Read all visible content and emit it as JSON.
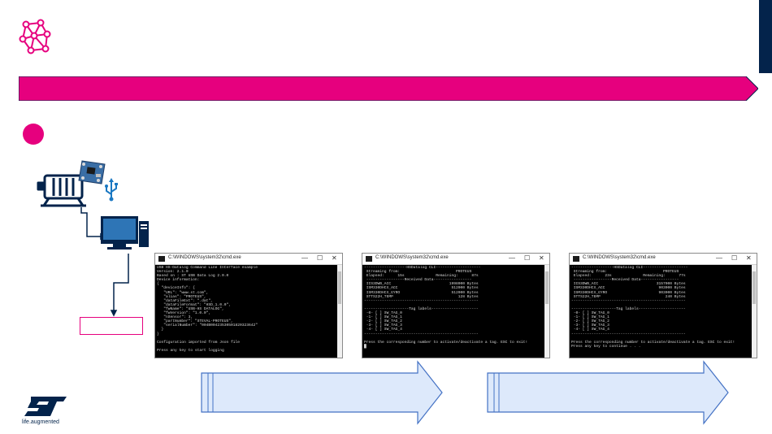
{
  "colors": {
    "accent": "#e6007e",
    "navy": "#03234b",
    "blue": "#1a78c2",
    "arrow_fill": "#dde9fb",
    "arrow_stroke": "#4472c4"
  },
  "icons": {
    "network": "network-hub-icon",
    "motor": "electric-motor-icon",
    "board": "sensor-board-icon",
    "usb": "usb-icon",
    "pc": "desktop-computer-icon"
  },
  "windows": [
    {
      "title": "C:\\WINDOWS\\system32\\cmd.exe",
      "controls": {
        "minimize": "—",
        "maximize": "☐",
        "close": "✕"
      },
      "console": "USB HS-Datalog Command Line Interface example\nVersion: 2.1.0\nBased on : ST USB Data Log 2.0.0\nDevice information:\n{\n  \"deviceInfo\": {\n   \"URL\": \"www.st.com\",\n   \"alias\": \"PROTEUS\",\n   \"dataFileExt\": \".dat\",\n   \"dataFileFormat\": \"HSD_1.0.0\",\n   \"fwName\": \"USB-HS DATALOG\",\n   \"fwVersion\": \"1.0.0\",\n   \"nSensor\": 3,\n   \"partNumber\": \"STEVAL-PROTEUS\",\n   \"serialNumber\": \"004B00423530501820323642\"\n  }\n}\n\nConfiguration imported from Json file\n\nPress any key to start logging"
    },
    {
      "title": "C:\\WINDOWS\\system32\\cmd.exe",
      "controls": {
        "minimize": "—",
        "maximize": "☐",
        "close": "✕"
      },
      "console": "-------------------HSDatalog CLI--------------------\n Streaming from:                         PROTEUS\n Elapsed:      15s              Remaining:      87s\n -----------------Received Data-----------------\n IIS3DWB_ACC                          1998000 Bytes\n ISM330DHCX_ACC                        512000 Bytes\n ISM330DHCX_GYRO                       512000 Bytes\n STTS22H_TEMP                             128 Bytes\n---------------------------------------------------\n\n--------------------Tag labels---------------------\n -0- [ ] SW_TAG_0\n -1- [ ] SW_TAG_1\n -2- [ ] SW_TAG_2\n -3- [ ] SW_TAG_3\n -4- [ ] SW_TAG_4\n---------------------------------------------------\n\nPress the corresponding number to activate/deactivate a tag. ESC to exit!\n█"
    },
    {
      "title": "C:\\WINDOWS\\system32\\cmd.exe",
      "controls": {
        "minimize": "—",
        "maximize": "☐",
        "close": "✕"
      },
      "console": "-------------------HSDatalog CLI--------------------\n Streaming from:                         PROTEUS\n Elapsed:      23s              Remaining:      77s\n -----------------Received Data-----------------\n IIS3DWB_ACC                          3157000 Bytes\n ISM330DHCX_ACC                        903000 Bytes\n ISM330DHCX_GYRO                       903000 Bytes\n STTS22H_TEMP                             240 Bytes\n---------------------------------------------------\n\n--------------------Tag labels---------------------\n -0- [ ] SW_TAG_0\n -1- [ ] SW_TAG_1\n -2- [ ] SW_TAG_2\n -3- [ ] SW_TAG_3\n -4- [ ] SW_TAG_4\n---------------------------------------------------\n\nPress the corresponding number to activate/deactivate a tag. ESC to exit!\nPress any key to continue . . ."
    }
  ],
  "logo": {
    "brand": "ST",
    "tagline": "life.augmented"
  }
}
